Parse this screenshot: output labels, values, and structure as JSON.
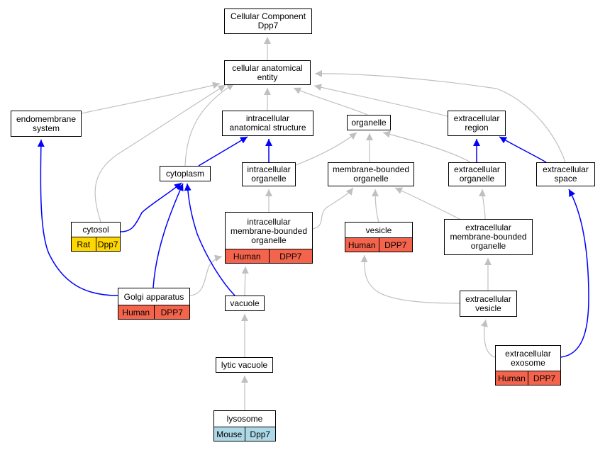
{
  "colors": {
    "edge_gray": "#c0c0c0",
    "edge_blue": "#0000ff",
    "human": "#f4644c",
    "rat": "#ffd700",
    "mouse": "#add8e6"
  },
  "nodes": [
    {
      "id": "cc",
      "label": "Cellular Component\nDpp7"
    },
    {
      "id": "cae",
      "label": "cellular anatomical\nentity"
    },
    {
      "id": "endo",
      "label": "endomembrane\nsystem"
    },
    {
      "id": "ias",
      "label": "intracellular\nanatomical structure"
    },
    {
      "id": "organelle",
      "label": "organelle"
    },
    {
      "id": "ecr",
      "label": "extracellular\nregion"
    },
    {
      "id": "cytoplasm",
      "label": "cytoplasm"
    },
    {
      "id": "io",
      "label": "intracellular\norganelle"
    },
    {
      "id": "mbo",
      "label": "membrane-bounded\norganelle"
    },
    {
      "id": "eco",
      "label": "extracellular\norganelle"
    },
    {
      "id": "ecs",
      "label": "extracellular\nspace"
    },
    {
      "id": "cytosol",
      "label": "cytosol",
      "annotations": [
        {
          "text": "Rat",
          "color": "#ffd700"
        },
        {
          "text": "Dpp7",
          "color": "#ffd700"
        }
      ]
    },
    {
      "id": "imbo",
      "label": "intracellular\nmembrane-bounded\norganelle",
      "annotations": [
        {
          "text": "Human",
          "color": "#f4644c"
        },
        {
          "text": "DPP7",
          "color": "#f4644c"
        }
      ]
    },
    {
      "id": "vesicle",
      "label": "vesicle",
      "annotations": [
        {
          "text": "Human",
          "color": "#f4644c"
        },
        {
          "text": "DPP7",
          "color": "#f4644c"
        }
      ]
    },
    {
      "id": "ecmbo",
      "label": "extracellular\nmembrane-bounded\norganelle"
    },
    {
      "id": "golgi",
      "label": "Golgi apparatus",
      "annotations": [
        {
          "text": "Human",
          "color": "#f4644c"
        },
        {
          "text": "DPP7",
          "color": "#f4644c"
        }
      ]
    },
    {
      "id": "vacuole",
      "label": "vacuole"
    },
    {
      "id": "ecv",
      "label": "extracellular\nvesicle"
    },
    {
      "id": "lytic",
      "label": "lytic vacuole"
    },
    {
      "id": "exosome",
      "label": "extracellular\nexosome",
      "annotations": [
        {
          "text": "Human",
          "color": "#f4644c"
        },
        {
          "text": "DPP7",
          "color": "#f4644c"
        }
      ]
    },
    {
      "id": "lysosome",
      "label": "lysosome",
      "annotations": [
        {
          "text": "Mouse",
          "color": "#add8e6"
        },
        {
          "text": "Dpp7",
          "color": "#add8e6"
        }
      ]
    }
  ],
  "edges": [
    {
      "from": "cae",
      "to": "cc",
      "type": "is_a"
    },
    {
      "from": "endo",
      "to": "cae",
      "type": "is_a"
    },
    {
      "from": "ias",
      "to": "cae",
      "type": "is_a"
    },
    {
      "from": "organelle",
      "to": "cae",
      "type": "is_a"
    },
    {
      "from": "ecr",
      "to": "cae",
      "type": "is_a"
    },
    {
      "from": "cytoplasm",
      "to": "cae",
      "type": "is_a"
    },
    {
      "from": "cytosol",
      "to": "cae",
      "type": "is_a"
    },
    {
      "from": "ecs",
      "to": "cae",
      "type": "is_a"
    },
    {
      "from": "cytoplasm",
      "to": "ias",
      "type": "part_of"
    },
    {
      "from": "io",
      "to": "ias",
      "type": "part_of"
    },
    {
      "from": "io",
      "to": "organelle",
      "type": "is_a"
    },
    {
      "from": "mbo",
      "to": "organelle",
      "type": "is_a"
    },
    {
      "from": "eco",
      "to": "organelle",
      "type": "is_a"
    },
    {
      "from": "eco",
      "to": "ecr",
      "type": "part_of"
    },
    {
      "from": "ecs",
      "to": "ecr",
      "type": "part_of"
    },
    {
      "from": "cytosol",
      "to": "cytoplasm",
      "type": "part_of"
    },
    {
      "from": "imbo",
      "to": "io",
      "type": "is_a"
    },
    {
      "from": "imbo",
      "to": "mbo",
      "type": "is_a"
    },
    {
      "from": "vesicle",
      "to": "mbo",
      "type": "is_a"
    },
    {
      "from": "ecmbo",
      "to": "mbo",
      "type": "is_a"
    },
    {
      "from": "ecmbo",
      "to": "eco",
      "type": "is_a"
    },
    {
      "from": "golgi",
      "to": "endo",
      "type": "part_of"
    },
    {
      "from": "golgi",
      "to": "cytoplasm",
      "type": "part_of"
    },
    {
      "from": "golgi",
      "to": "imbo",
      "type": "is_a"
    },
    {
      "from": "vacuole",
      "to": "cytoplasm",
      "type": "part_of"
    },
    {
      "from": "vacuole",
      "to": "imbo",
      "type": "is_a"
    },
    {
      "from": "ecv",
      "to": "vesicle",
      "type": "is_a"
    },
    {
      "from": "ecv",
      "to": "ecmbo",
      "type": "is_a"
    },
    {
      "from": "lytic",
      "to": "vacuole",
      "type": "is_a"
    },
    {
      "from": "exosome",
      "to": "ecv",
      "type": "is_a"
    },
    {
      "from": "exosome",
      "to": "ecs",
      "type": "part_of"
    },
    {
      "from": "lysosome",
      "to": "lytic",
      "type": "is_a"
    }
  ]
}
